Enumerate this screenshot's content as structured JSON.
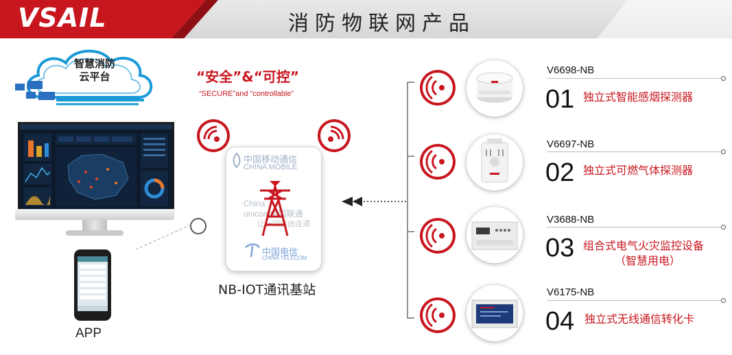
{
  "header": {
    "brand": "VSAIL",
    "title": "消防物联网产品"
  },
  "cloud": {
    "label_line1": "智慧消防",
    "label_line2": "云平台"
  },
  "slogan": {
    "title": "“安全”&“可控”",
    "subtitle": "“SECURE”and “controllable”"
  },
  "app_label": "APP",
  "station": {
    "label": "NB-IOT通讯基站",
    "china_mobile_cn": "中国移动通信",
    "china_mobile_en": "CHINA MOBILE",
    "china_unicom_1": "China",
    "china_unicom_2": "unicom中国联通",
    "china_unicom_slogan": "让一切自由连通",
    "china_telecom_cn": "中国电信",
    "china_telecom_en": "CHINA TELECOM"
  },
  "products": [
    {
      "model": "V6698-NB",
      "number": "01",
      "name": "独立式智能感烟探测器",
      "name2": ""
    },
    {
      "model": "V6697-NB",
      "number": "02",
      "name": "独立式可燃气体探测器",
      "name2": ""
    },
    {
      "model": "V3688-NB",
      "number": "03",
      "name": "组合式电气火灾监控设备",
      "name2": "（智慧用电）"
    },
    {
      "model": "V6175-NB",
      "number": "04",
      "name": "独立式无线通信转化卡",
      "name2": ""
    }
  ],
  "colors": {
    "brand_red": "#c8161e",
    "dark_red": "#8e0f14",
    "header_gray": "#dcdcdc"
  },
  "icons": [
    "wifi-signal-icon",
    "transmission-tower-icon",
    "cloud-icon",
    "monitor-icon",
    "phone-icon",
    "arrow-left-icon"
  ]
}
